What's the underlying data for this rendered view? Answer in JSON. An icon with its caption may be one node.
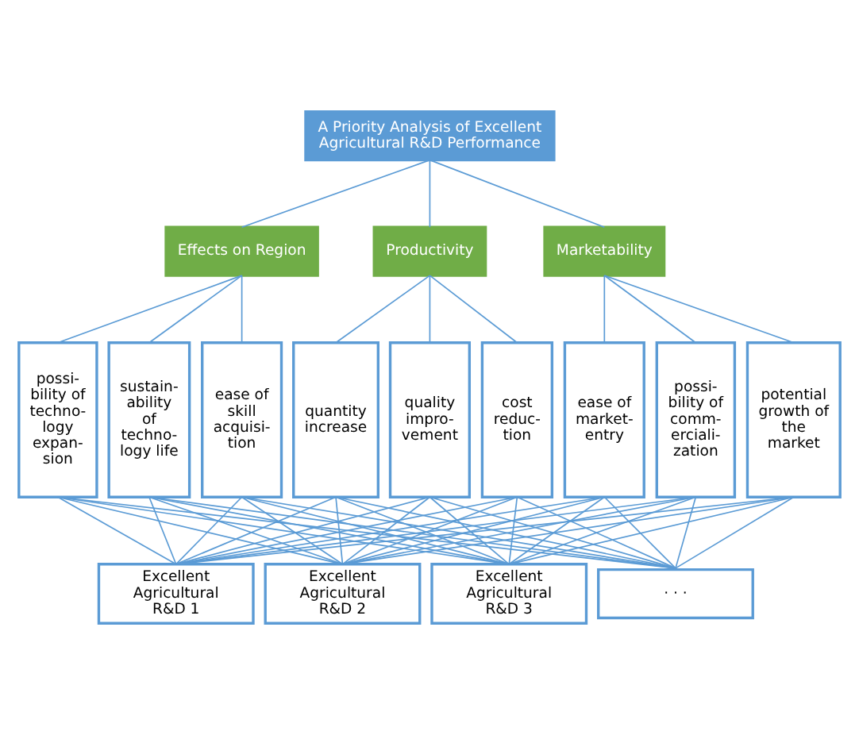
{
  "diagram": {
    "nodes": [
      {
        "text": [
          "A Priority Analysis of Excellent Agricultural R&D Performance"
        ]
      },
      {
        "text": [
          "Effects on Region"
        ]
      },
      {
        "text": [
          "Productivity"
        ]
      },
      {
        "text": [
          "Marketability"
        ]
      },
      {
        "text": [
          "possi-bility of techno-logy expan-sion"
        ]
      },
      {
        "text": [
          "sustain-ability of techno-logy life"
        ]
      },
      {
        "text": [
          "ease of skill acquisi-tion"
        ]
      },
      {
        "text": [
          "quantity increase"
        ]
      },
      {
        "text": [
          "quality impro-vement"
        ]
      },
      {
        "text": [
          "cost reduc-tion"
        ]
      },
      {
        "text": [
          "ease of market-entry"
        ]
      },
      {
        "text": [
          "possi-bility of comm-erciali-zation"
        ]
      },
      {
        "text": [
          "potential growth of the market"
        ]
      },
      {
        "text": [
          "Excellent Agricultural R&D 1"
        ]
      },
      {
        "text": [
          "Excellent Agricultural R&D 2"
        ]
      },
      {
        "text": [
          "Excellent Agricultural R&D 3"
        ]
      },
      {
        "text": [
          "· · ·"
        ]
      }
    ],
    "edges": [
      {
        "from": 0,
        "to": 1,
        "arrow": "none"
      },
      {
        "from": 0,
        "to": 2,
        "arrow": "none"
      },
      {
        "from": 0,
        "to": 3,
        "arrow": "none"
      },
      {
        "from": 1,
        "to": 4,
        "arrow": "none"
      },
      {
        "from": 1,
        "to": 5,
        "arrow": "none"
      },
      {
        "from": 1,
        "to": 6,
        "arrow": "none"
      },
      {
        "from": 2,
        "to": 7,
        "arrow": "none"
      },
      {
        "from": 2,
        "to": 8,
        "arrow": "none"
      },
      {
        "from": 2,
        "to": 9,
        "arrow": "none"
      },
      {
        "from": 3,
        "to": 10,
        "arrow": "none"
      },
      {
        "from": 3,
        "to": 11,
        "arrow": "none"
      },
      {
        "from": 3,
        "to": 12,
        "arrow": "none"
      },
      {
        "from": 4,
        "to": 13,
        "arrow": "none"
      },
      {
        "from": 4,
        "to": 14,
        "arrow": "none"
      },
      {
        "from": 4,
        "to": 15,
        "arrow": "none"
      },
      {
        "from": 4,
        "to": 16,
        "arrow": "none"
      },
      {
        "from": 5,
        "to": 13,
        "arrow": "none"
      },
      {
        "from": 5,
        "to": 14,
        "arrow": "none"
      },
      {
        "from": 5,
        "to": 15,
        "arrow": "none"
      },
      {
        "from": 5,
        "to": 16,
        "arrow": "none"
      },
      {
        "from": 6,
        "to": 13,
        "arrow": "none"
      },
      {
        "from": 6,
        "to": 14,
        "arrow": "none"
      },
      {
        "from": 6,
        "to": 15,
        "arrow": "none"
      },
      {
        "from": 6,
        "to": 16,
        "arrow": "none"
      },
      {
        "from": 7,
        "to": 13,
        "arrow": "none"
      },
      {
        "from": 7,
        "to": 14,
        "arrow": "none"
      },
      {
        "from": 7,
        "to": 15,
        "arrow": "none"
      },
      {
        "from": 7,
        "to": 16,
        "arrow": "none"
      },
      {
        "from": 8,
        "to": 13,
        "arrow": "none"
      },
      {
        "from": 8,
        "to": 14,
        "arrow": "none"
      },
      {
        "from": 8,
        "to": 15,
        "arrow": "none"
      },
      {
        "from": 8,
        "to": 16,
        "arrow": "none"
      },
      {
        "from": 9,
        "to": 13,
        "arrow": "none"
      },
      {
        "from": 9,
        "to": 14,
        "arrow": "none"
      },
      {
        "from": 9,
        "to": 15,
        "arrow": "none"
      },
      {
        "from": 9,
        "to": 16,
        "arrow": "none"
      },
      {
        "from": 10,
        "to": 13,
        "arrow": "none"
      },
      {
        "from": 10,
        "to": 14,
        "arrow": "none"
      },
      {
        "from": 10,
        "to": 15,
        "arrow": "none"
      },
      {
        "from": 10,
        "to": 16,
        "arrow": "none"
      },
      {
        "from": 11,
        "to": 13,
        "arrow": "none"
      },
      {
        "from": 11,
        "to": 14,
        "arrow": "none"
      },
      {
        "from": 11,
        "to": 15,
        "arrow": "none"
      },
      {
        "from": 11,
        "to": 16,
        "arrow": "none"
      },
      {
        "from": 12,
        "to": 13,
        "arrow": "none"
      },
      {
        "from": 12,
        "to": 14,
        "arrow": "none"
      },
      {
        "from": 12,
        "to": 15,
        "arrow": "none"
      },
      {
        "from": 12,
        "to": 16,
        "arrow": "none"
      }
    ]
  }
}
